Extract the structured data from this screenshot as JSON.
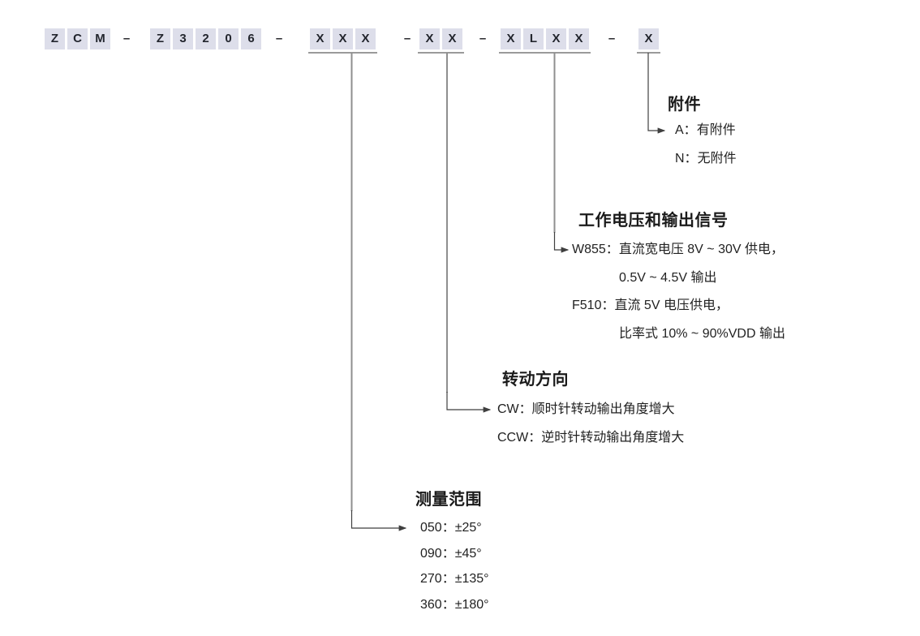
{
  "part_number": {
    "separator": "–",
    "groups": [
      {
        "name": "series",
        "chars": [
          "Z",
          "C",
          "M"
        ],
        "underlined": false
      },
      {
        "name": "model",
        "chars": [
          "Z",
          "3",
          "2",
          "0",
          "6"
        ],
        "underlined": false
      },
      {
        "name": "measuring-range",
        "chars": [
          "X",
          "X",
          "X"
        ],
        "underlined": true
      },
      {
        "name": "rotation-direction",
        "chars": [
          "X",
          "X"
        ],
        "underlined": true
      },
      {
        "name": "voltage-output",
        "chars": [
          "X",
          "L",
          "X",
          "X"
        ],
        "underlined": true
      },
      {
        "name": "accessory",
        "chars": [
          "X"
        ],
        "underlined": true
      }
    ]
  },
  "sections": [
    {
      "id": "accessory",
      "title": "附件",
      "items": [
        {
          "code": "A",
          "desc": "有附件"
        },
        {
          "code": "N",
          "desc": "无附件"
        }
      ]
    },
    {
      "id": "voltage-output",
      "title": "工作电压和输出信号",
      "items": [
        {
          "code": "W855",
          "desc": "直流宽电压 8V ~ 30V 供电，",
          "cont": "0.5V ~ 4.5V 输出"
        },
        {
          "code": "F510",
          "desc": "直流 5V 电压供电，",
          "cont": "比率式 10% ~ 90%VDD 输出"
        }
      ]
    },
    {
      "id": "rotation-direction",
      "title": "转动方向",
      "items": [
        {
          "code": "CW",
          "desc": "顺时针转动输出角度增大"
        },
        {
          "code": "CCW",
          "desc": "逆时针转动输出角度增大"
        }
      ]
    },
    {
      "id": "measuring-range",
      "title": "测量范围",
      "items": [
        {
          "code": "050",
          "desc": "±25°"
        },
        {
          "code": "090",
          "desc": "±45°"
        },
        {
          "code": "270",
          "desc": "±135°"
        },
        {
          "code": "360",
          "desc": "±180°"
        }
      ]
    }
  ],
  "colors": {
    "box_fill": "#dddeea",
    "box_text": "#23262e",
    "underline_gray": "#9a9a9a",
    "connector_gray": "#8f8f8f",
    "connector_dark": "#3f3f3f",
    "title_text": "#1a1a1a",
    "body_text": "#222222"
  }
}
